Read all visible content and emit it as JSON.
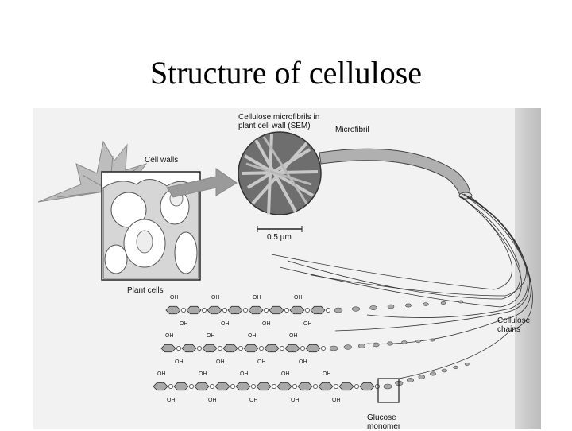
{
  "slide": {
    "title": "Structure of cellulose"
  },
  "labels": {
    "cell_walls": "Cell walls",
    "plant_cells": "Plant cells",
    "microfibrils_sem": "Cellulose microfibrils in plant cell wall (SEM)",
    "microfibril": "Microfibril",
    "scale_bar": "0.5 µm",
    "cellulose_chains": "Cellulose chains",
    "glucose_monomer": "Glucose monomer",
    "oh": "OH",
    "o": "O"
  },
  "colors": {
    "figure_bg": "#f2f2f2",
    "ring_fill": "#a9a9a9",
    "fibril_fill": "#b0b0b0",
    "arrow_fill": "#9a9a9a"
  }
}
